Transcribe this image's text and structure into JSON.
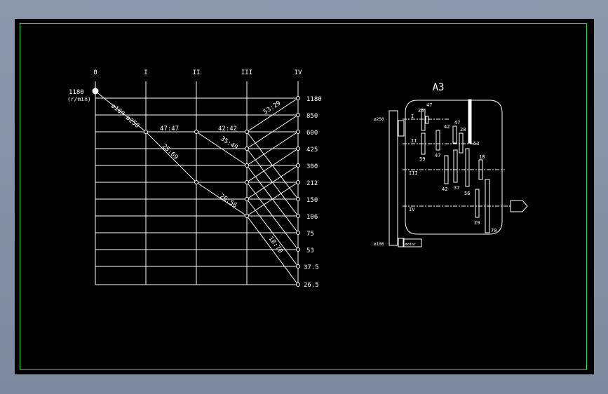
{
  "colors": {
    "background": "#000000",
    "frame": "#1fd62a",
    "lines": "#ffffff",
    "shaft_highlight": "#ffffff"
  },
  "speed_chart": {
    "shaft_labels": [
      "0",
      "I",
      "II",
      "III",
      "IV"
    ],
    "input_speed": "1180",
    "input_unit": "(r/min)",
    "output_speeds": [
      "1180",
      "850",
      "600",
      "425",
      "300",
      "212",
      "150",
      "106",
      "75",
      "53",
      "37.5",
      "26.5"
    ],
    "ratio_labels": [
      "ø100  ø250",
      "47:47",
      "25:69",
      "42:42",
      "35:49",
      "26:56",
      "53:29",
      "18:70"
    ]
  },
  "gearbox": {
    "title": "A3",
    "shaft_labels": [
      "I",
      "II",
      "III",
      "IV"
    ],
    "pulley_labels": [
      "ø250",
      "ø100"
    ],
    "motor_label": "motor",
    "gear_numbers": [
      "25",
      "47",
      "42",
      "47",
      "28",
      "59",
      "47",
      "53",
      "18",
      "42",
      "37",
      "56",
      "29",
      "70"
    ]
  }
}
